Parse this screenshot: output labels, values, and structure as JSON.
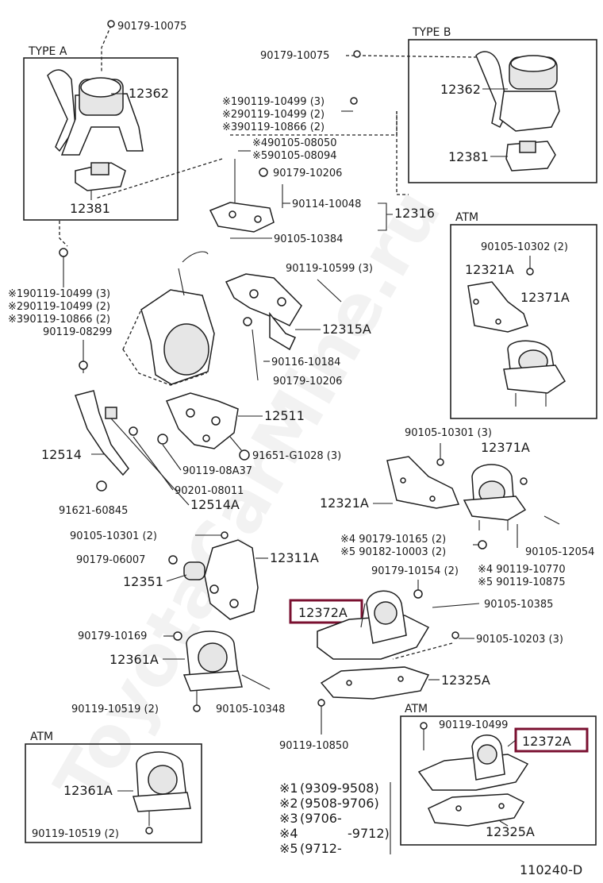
{
  "watermark": "ToyotaCarMine.ru",
  "diagram_id": "110240-D",
  "groups": {
    "type_a": "TYPE A",
    "type_b": "TYPE B",
    "atm_1": "ATM",
    "atm_2": "ATM",
    "atm_3": "ATM"
  },
  "labels": {
    "a1": "90179-10075",
    "a2": "12362",
    "a3": "12381",
    "b1": "90179-10075",
    "b2": "12362",
    "b3": "12381",
    "c1": "※190119-10499 (3)",
    "c2": "※290119-10499 (2)",
    "c3": "※390119-10866 (2)",
    "c4": "※490105-08050",
    "c5": "※590105-08094",
    "c6": "90179-10206",
    "c7": "90114-10048",
    "c8": "12316",
    "c9": "90105-10384",
    "d1": "※190119-10499 (3)",
    "d2": "※290119-10499 (2)",
    "d3": "※390119-10866 (2)",
    "d4": "90119-08299",
    "e1": "90119-10599 (3)",
    "e2": "12315A",
    "e3": "90116-10184",
    "e4": "90179-10206",
    "f1": "90105-10302 (2)",
    "f2": "12321A",
    "f3": "12371A",
    "g1": "12511",
    "g2": "12514",
    "g3": "90119-08A37",
    "g4": "91651-G1028 (3)",
    "g5": "90201-08011",
    "g6": "91621-60845",
    "g7": "12514A",
    "h1": "90105-10301 (3)",
    "h2": "12371A",
    "h3": "12321A",
    "h4": "※4 90179-10165 (2)",
    "h5": "※5 90182-10003 (2)",
    "h6": "90105-12054",
    "h7": "90179-10154 (2)",
    "h8": "※4 90119-10770",
    "h9": "※5 90119-10875",
    "h10": "90105-10385",
    "i1": "90105-10301 (2)",
    "i2": "90179-06007",
    "i3": "12311A",
    "i4": "12351",
    "j1": "12372A",
    "j2": "90105-10203 (3)",
    "j3": "12325A",
    "j4": "90119-10850",
    "k1": "90179-10169",
    "k2": "12361A",
    "k3": "90119-10519 (2)",
    "k4": "90105-10348",
    "l1": "12361A",
    "l2": "90119-10519 (2)",
    "m1": "90119-10499",
    "m2": "12372A",
    "m3": "12325A"
  },
  "legend": [
    {
      "mark": "※1",
      "range": "(9309-9508)"
    },
    {
      "mark": "※2",
      "range": "(9508-9706)"
    },
    {
      "mark": "※3",
      "range": "(9706-"
    },
    {
      "mark": "※4",
      "range": "-9712)"
    },
    {
      "mark": "※5",
      "range": "(9712-"
    }
  ],
  "highlight_color": "#7a1030"
}
